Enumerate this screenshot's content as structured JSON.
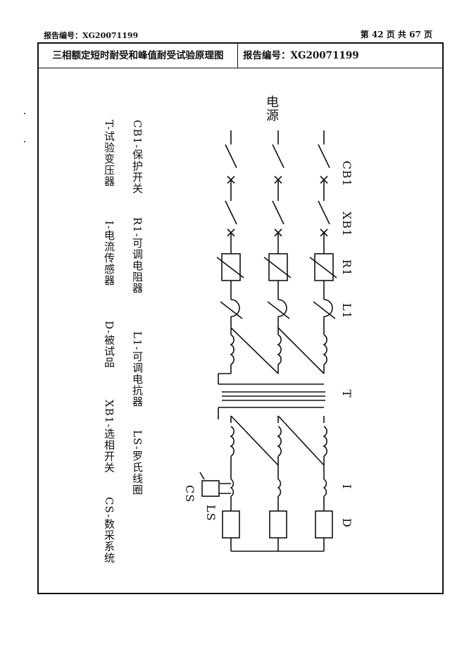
{
  "header": {
    "report_no_text": "报告编号：XG20071199",
    "page_info": "第 42 页 共 67 页"
  },
  "title_row": {
    "title": "三相额定短时耐受和峰值耐受试验原理图",
    "report_label": "报告编号：XG20071199"
  },
  "diagram": {
    "power_label": "电源",
    "component_labels": [
      "CB1",
      "XB1",
      "R1",
      "L1",
      "T",
      "I",
      "D"
    ],
    "cs_label": "CS",
    "ls_label": "LS"
  },
  "legend": {
    "col1": [
      "CB1-保护开关",
      "R1-可调电阻器",
      "L1-可调电抗器",
      "LS-罗氏线圈"
    ],
    "col2": [
      "T-试验变压器",
      "I-电流传感器",
      "D-被试品",
      "XB1-选相开关",
      "CS-数采系统"
    ]
  }
}
